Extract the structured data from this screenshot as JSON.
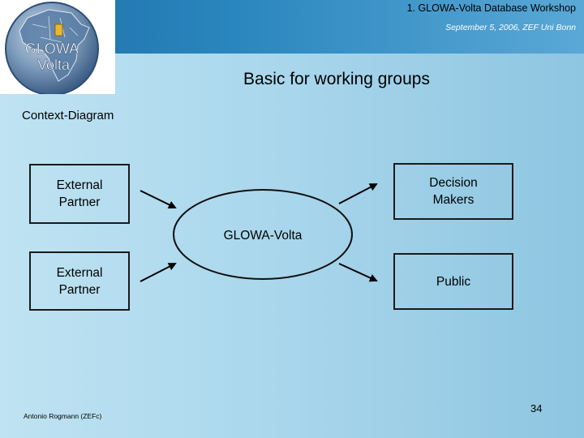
{
  "header": {
    "title": "1. GLOWA-Volta Database Workshop",
    "date": "September 5, 2006, ZEF Uni Bonn"
  },
  "logo": {
    "line1": "GLOWA",
    "line2": "Volta"
  },
  "slide": {
    "title": "Basic for working groups",
    "subtitle": "Context-Diagram"
  },
  "diagram": {
    "external_partner_1": {
      "line1": "External",
      "line2": "Partner"
    },
    "external_partner_2": {
      "line1": "External",
      "line2": "Partner"
    },
    "decision_makers": {
      "line1": "Decision",
      "line2": "Makers"
    },
    "public": {
      "line1": "Public"
    },
    "center": "GLOWA-Volta"
  },
  "footer": {
    "author": "Antonio Rogmann (ZEFc)",
    "page_number": "34"
  }
}
